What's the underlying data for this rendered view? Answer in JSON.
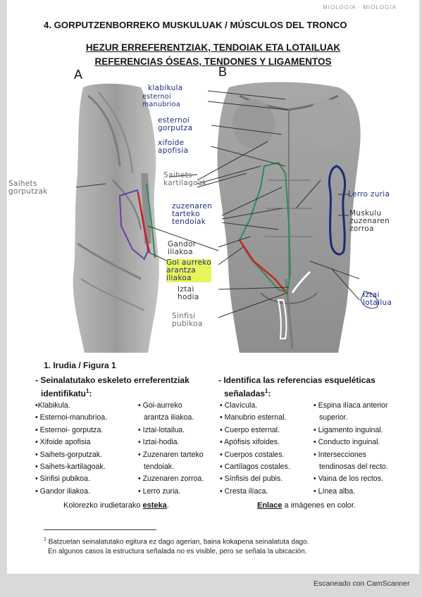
{
  "header": {
    "top_running": "MIOLOGIA · MIOLOGIA",
    "title": "4.  GORPUTZENBORREKO MUSKULUAK / MÚSCULOS DEL TRONCO",
    "subtitle_1": "HEZUR ERREFERENTZIAK, TENDOIAK ETA LOTAILUAK",
    "subtitle_2": "REFERENCIAS ÓSEAS, TENDONES Y LIGAMENTOS"
  },
  "figure": {
    "panel_a": "A",
    "panel_b": "B",
    "labels": {
      "klabikula": "klabikula",
      "esternoi_manubrioa": "esternoi\nmanubrioa",
      "esternoi_gorputza": "esternoi\ngorputza",
      "xifoide_apofisia": "xifoide\napofisia",
      "saihets_kartilagoak": "Saihets\nkartilagoak",
      "zuzenaren_tarteko_tendoiak": "zuzenaren\ntarteko\ntendoiak",
      "gandor_iliakoa": "Gandor\niliakoa",
      "goi_aurreko_arantza": "Goi aurreko\narantza\niliakoa",
      "iztai_hodia": "Iztai\nhodia",
      "sinfisi_pubikoa": "Sinfisi\npubikoa",
      "saihets_gorputzak": "Saihets\ngorputzak",
      "lerro_zuria": "Lerro zuria",
      "muskulu_zuzenaren_zorroa": "Muskulu\nzuzenaren\nzorroa",
      "iztai_lotailua": "Iztai\nlotailua"
    }
  },
  "caption": "1. Irudia / Figura 1",
  "left_section": {
    "header_line1": "- Seinalatutako eskeleto erreferentziak",
    "header_line2": "identifikatu",
    "header_sup": "1",
    "header_colon": ":",
    "col1": [
      "•Klabikula.",
      "• Esternoi-manubrioa.",
      "• Esternoi- gorputza.",
      "• Xifoide apofisia",
      "• Saihets-gorputzak.",
      "• Saihets-kartilagoak.",
      "• Sinfisi pubikoa.",
      "• Gandor iliakoa."
    ],
    "col2": [
      "• Goi-aurreko",
      "arantza iliakoa.",
      "• Iztai-lotailua.",
      "• Iztai-hodia.",
      "• Zuzenaren tarteko",
      "tendoiak.",
      "• Zuzenaren zorroa.",
      "• Lerro zuria."
    ],
    "footer_pre": "Kolorezko irudietarako ",
    "footer_link": "esteka",
    "footer_post": "."
  },
  "right_section": {
    "header_line1": "- Identifica las referencias esqueléticas",
    "header_line2": "señaladas",
    "header_sup": "1",
    "header_colon": ":",
    "col1": [
      "• Clavícula.",
      "• Manubrio esternal.",
      "• Cuerpo esternal.",
      "• Apófisis xifoides.",
      "• Cuerpos costales.",
      "• Cartílagos costales.",
      "• Sínfisis del pubis.",
      "• Cresta ilíaca."
    ],
    "col2": [
      "• Espina ilíaca anterior",
      "superior.",
      "• Ligamento inguinal.",
      "• Conducto inguinal.",
      "• Intersecciones",
      "tendinosas del recto.",
      "• Vaina de los rectos.",
      "• Línea alba."
    ],
    "footer_link": "Enlace",
    "footer_post": " a imágenes en color."
  },
  "footnote": {
    "sup": "1",
    "line1": " Batzuetan seinalatutako egitura ez dago agerian, baina kokapena seinalatuta dago.",
    "line2": "En algunos casos la estructura señalada no es visible, pero se señala la ubicación."
  },
  "scanner_text": "Escaneado con CamScanner",
  "colors": {
    "ink_blue": "#1e2a80",
    "highlight_yellow": "#e8f55a",
    "green_outline": "#2e8b57",
    "red_outline": "#cc2222",
    "purple_outline": "#6b3fa0",
    "navy_outline": "#1a2a7a"
  }
}
